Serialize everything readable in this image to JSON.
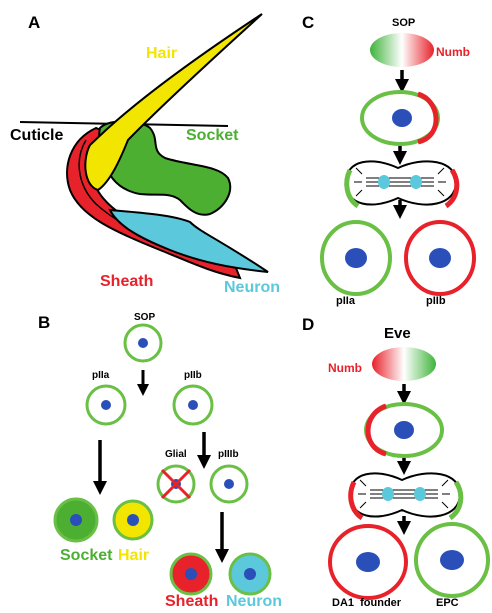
{
  "panels": {
    "A": {
      "letter": "A",
      "labels": {
        "hair": "Hair",
        "cuticle": "Cuticle",
        "socket": "Socket",
        "sheath": "Sheath",
        "neuron": "Neuron"
      }
    },
    "B": {
      "letter": "B",
      "labels": {
        "sop": "SOP",
        "piia": "pIIa",
        "piib": "pIIb",
        "glial": "Glial",
        "piiib": "pIIIb",
        "socket": "Socket",
        "hair": "Hair",
        "sheath": "Sheath",
        "neuron": "Neuron"
      }
    },
    "C": {
      "letter": "C",
      "labels": {
        "sop": "SOP",
        "numb": "Numb",
        "piia": "pIIa",
        "piib": "pIIb"
      }
    },
    "D": {
      "letter": "D",
      "labels": {
        "eve": "Eve",
        "numb": "Numb",
        "da1": "DA1  founder",
        "epc": "EPC"
      }
    }
  },
  "colors": {
    "hair": "#f2e600",
    "socket": "#4caf32",
    "sheath": "#e8222a",
    "neuron": "#5cc8dc",
    "nucleus": "#2a4fb8",
    "numb": "#e8222a",
    "cell_outline": "#6abf45"
  }
}
